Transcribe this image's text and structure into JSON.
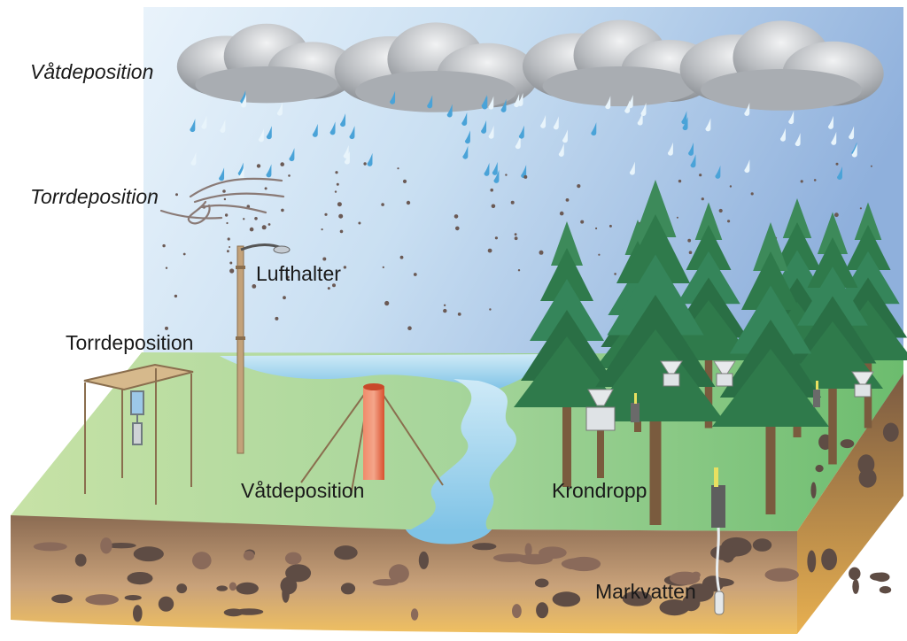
{
  "labels": {
    "wet_deposition_sky": "Våtdeposition",
    "dry_deposition_sky": "Torrdeposition",
    "air_concentration": "Lufthalter",
    "dry_deposition_station": "Torrdeposition",
    "wet_deposition_collector": "Våtdeposition",
    "throughfall": "Krondropp",
    "soil_water": "Markvatten"
  },
  "colors": {
    "grass": "#8cc98a",
    "soil": "#9c7a5e",
    "water": "#8ccbe8",
    "tree": "#2f7a4b",
    "collector": "#e8644c"
  },
  "icons": [
    "cloud-icon",
    "raindrop-icon",
    "wind-icon",
    "tree-icon",
    "funnel-icon",
    "stone-icon"
  ]
}
